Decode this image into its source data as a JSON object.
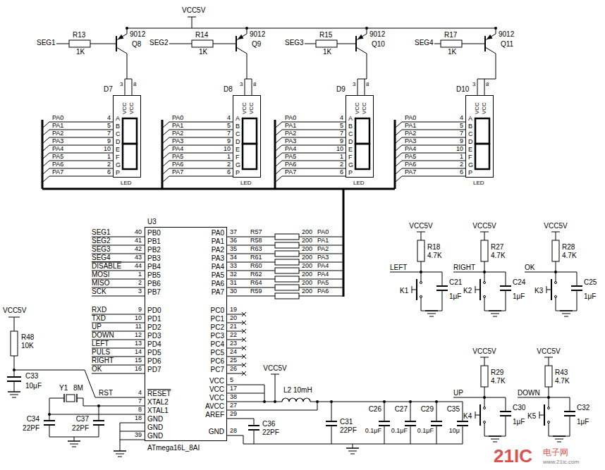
{
  "diagram": {
    "nodes": [
      {
        "text": [
          "D7",
          "VCC",
          "VCC",
          "A",
          "B",
          "C",
          "D",
          "E",
          "F",
          "G",
          "P",
          "LED"
        ]
      },
      {
        "text": [
          "D8",
          "VCC",
          "VCC",
          "A",
          "B",
          "C",
          "D",
          "E",
          "F",
          "G",
          "P",
          "LED"
        ]
      },
      {
        "text": [
          "D9",
          "VCC",
          "VCC",
          "A",
          "B",
          "C",
          "D",
          "E",
          "F",
          "G",
          "P",
          "LED"
        ]
      },
      {
        "text": [
          "D10",
          "VCC",
          "VCC",
          "A",
          "B",
          "C",
          "D",
          "E",
          "F",
          "G",
          "P",
          "LED"
        ]
      },
      {
        "text": [
          "U3",
          "PB0",
          "PB1",
          "PB2",
          "PB3",
          "PB4",
          "PB5",
          "PB6",
          "PB7",
          "PD0",
          "PD1",
          "PD2",
          "PD3",
          "PD4",
          "PD5",
          "PD6",
          "PD7",
          "RESET",
          "XTAL2",
          "XTAL1",
          "GND",
          "GND",
          "GND",
          "PA0",
          "PA1",
          "PA2",
          "PA3",
          "PA4",
          "PA5",
          "PA6",
          "PA7",
          "PC0",
          "PC1",
          "PC2",
          "PC3",
          "PC4",
          "PC5",
          "PC6",
          "PC7",
          "VCC",
          "VCC",
          "VCC",
          "AVCC",
          "AREF",
          "GND",
          "ATmega16L_8AI"
        ]
      }
    ],
    "labels": [
      "VCC5V",
      "SEG1",
      "R13",
      "1K",
      "9012",
      "Q8",
      "3",
      "8",
      "4",
      "5",
      "7",
      "9",
      "10",
      "1",
      "2",
      "6",
      "PA0",
      "PA1",
      "PA2",
      "PA3",
      "PA4",
      "PA5",
      "PA6",
      "PA7",
      "SEG2",
      "R14",
      "1K",
      "9012",
      "Q9",
      "3",
      "8",
      "4",
      "5",
      "7",
      "9",
      "10",
      "1",
      "2",
      "6",
      "PA0",
      "PA1",
      "PA2",
      "PA3",
      "PA4",
      "PA5",
      "PA6",
      "PA7",
      "SEG3",
      "R15",
      "1K",
      "9012",
      "Q10",
      "3",
      "8",
      "4",
      "5",
      "7",
      "9",
      "10",
      "1",
      "2",
      "6",
      "PA0",
      "PA1",
      "PA2",
      "PA3",
      "PA4",
      "PA5",
      "PA6",
      "PA7",
      "SEG4",
      "R17",
      "1K",
      "9012",
      "Q11",
      "3",
      "8",
      "4",
      "5",
      "7",
      "9",
      "10",
      "1",
      "2",
      "6",
      "PA0",
      "PA1",
      "PA2",
      "PA3",
      "PA4",
      "PA5",
      "PA6",
      "PA7",
      "SEG1",
      "SEG2",
      "SEG3",
      "SEG4",
      "DISABLE",
      "MOSI",
      "MISO",
      "SCK",
      "40",
      "41",
      "42",
      "43",
      "44",
      "1",
      "2",
      "3",
      "RXD",
      "TXD",
      "UP",
      "DOWN",
      "LEFT",
      "PULS",
      "RIGHT",
      "OK",
      "9",
      "10",
      "11",
      "12",
      "13",
      "14",
      "15",
      "16",
      "RST",
      "4",
      "7",
      "8",
      "18",
      "39",
      "37",
      "36",
      "35",
      "34",
      "33",
      "32",
      "31",
      "30",
      "R57",
      "R58",
      "R63",
      "R61",
      "R60",
      "R62",
      "R64",
      "R59",
      "200",
      "200",
      "200",
      "200",
      "200",
      "200",
      "200",
      "200",
      "PA0",
      "PA1",
      "PA2",
      "PA3",
      "PA4",
      "PA4",
      "PA5",
      "PA6",
      "19",
      "20",
      "21",
      "22",
      "23",
      "24",
      "25",
      "26",
      "5",
      "17",
      "38",
      "27",
      "29",
      "28",
      "VCC5V",
      "L2",
      "10mH",
      "C36",
      "22PF",
      "C31",
      "22PF",
      "C26",
      "0.1μF",
      "C27",
      "0.1μF",
      "C29",
      "0.1μF",
      "C35",
      "10μ",
      "VCC5V",
      "R48",
      "10K",
      "C33",
      "10μF",
      "Y1",
      "8M",
      "C34",
      "22PF",
      "C37",
      "22PF",
      "VCC5V",
      "R18",
      "4.7K",
      "LEFT",
      "K1",
      "C21",
      "1μF",
      "VCC5V",
      "R27",
      "4.7K",
      "RIGHT",
      "K2",
      "C24",
      "1μF",
      "VCC5V",
      "R28",
      "4.7K",
      "OK",
      "K3",
      "C25",
      "1μF",
      "VCC5V",
      "R29",
      "4.7K",
      "UP",
      "K4",
      "C30",
      "1μF",
      "VCC5V",
      "R43",
      "4.7K",
      "DOWN",
      "K5",
      "C32",
      "1μF",
      "21IC",
      "电子网",
      "www.21ic.com"
    ]
  }
}
